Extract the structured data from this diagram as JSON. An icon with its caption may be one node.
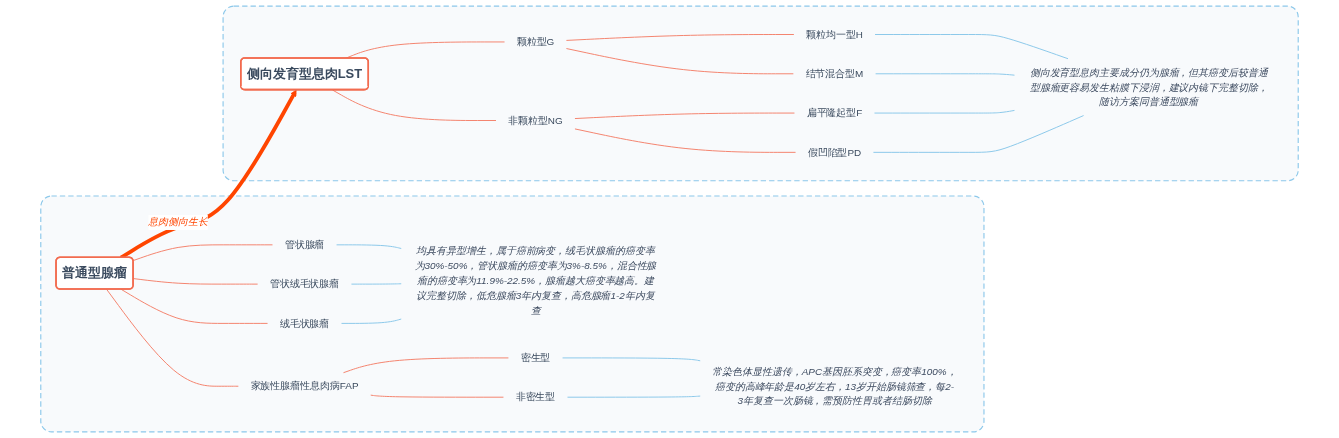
{
  "diagram": {
    "nodes": [
      {
        "text": [],
        "shape": "box"
      },
      {
        "text": [
          "侧向发育型息肉LST"
        ],
        "in": 0
      },
      {
        "text": [
          "颗粒型G"
        ],
        "in": 0
      },
      {
        "text": [
          "颗粒均一型H"
        ],
        "in": 0
      },
      {
        "text": [
          "结节混合型M"
        ],
        "in": 0
      },
      {
        "text": [
          "非颗粒型NG"
        ],
        "in": 0
      },
      {
        "text": [
          "扁平隆起型F"
        ],
        "in": 0
      },
      {
        "text": [
          "假凹陷型PD"
        ],
        "in": 0
      },
      {
        "text": [
          "侧向发育型息肉主要成分仍为腺瘤，但其癌变后较普通型腺瘤更容易发生粘膜下浸润，建议内镜下完整切除，随访方案同普通型腺瘤"
        ],
        "in": 0
      },
      {
        "text": [],
        "shape": "box"
      },
      {
        "text": [
          "普通型腺瘤"
        ],
        "in": 9
      },
      {
        "text": [
          "管状腺瘤"
        ],
        "in": 9
      },
      {
        "text": [
          "管状绒毛状腺瘤"
        ],
        "in": 9
      },
      {
        "text": [
          "绒毛状腺瘤"
        ],
        "in": 9
      },
      {
        "text": [
          "均具有异型增生，属于癌前病变，绒毛状腺瘤的癌变率为30%-50%，管状腺瘤的癌变率为3%-8.5%，混合性腺瘤的癌变率为11.9%-22.5%，腺瘤越大癌变率越高。建议完整切除，低危腺瘤3年内复查，高危腺瘤1-2年内复查"
        ],
        "in": 9
      },
      {
        "text": [
          "家族性腺瘤性息肉病FAP"
        ],
        "in": 9
      },
      {
        "text": [
          "密生型"
        ],
        "in": 9
      },
      {
        "text": [
          "非密生型"
        ],
        "in": 9
      },
      {
        "text": [
          "常染色体显性遗传，APC基因胚系突变，癌变率100%，癌变的高峰年龄是40岁左右，13岁开始肠镜筛查，每2-3年复查一次肠镜，需预防性胃或者结肠切除"
        ],
        "in": 9
      }
    ],
    "edges": [
      {
        "from": 10,
        "to": 1,
        "arrow": "to",
        "label": "息肉侧向生长",
        "style": "thick",
        "color": "#ff4500"
      },
      {
        "from": 1,
        "to": 2,
        "arrow": "none"
      },
      {
        "from": 1,
        "to": 5,
        "arrow": "none"
      },
      {
        "from": 2,
        "to": 3,
        "arrow": "none"
      },
      {
        "from": 2,
        "to": 4,
        "arrow": "none"
      },
      {
        "from": 5,
        "to": 6,
        "arrow": "none"
      },
      {
        "from": 5,
        "to": 7,
        "arrow": "none"
      },
      {
        "from": 3,
        "to": 8,
        "arrow": "none",
        "color": "#8cc8ea"
      },
      {
        "from": 4,
        "to": 8,
        "arrow": "none",
        "color": "#8cc8ea"
      },
      {
        "from": 6,
        "to": 8,
        "arrow": "none",
        "color": "#8cc8ea"
      },
      {
        "from": 7,
        "to": 8,
        "arrow": "none",
        "color": "#8cc8ea"
      },
      {
        "from": 10,
        "to": 11,
        "arrow": "none"
      },
      {
        "from": 10,
        "to": 12,
        "arrow": "none"
      },
      {
        "from": 10,
        "to": 13,
        "arrow": "none"
      },
      {
        "from": 10,
        "to": 15,
        "arrow": "none"
      },
      {
        "from": 11,
        "to": 14,
        "arrow": "none",
        "color": "#8cc8ea"
      },
      {
        "from": 12,
        "to": 14,
        "arrow": "none",
        "color": "#8cc8ea"
      },
      {
        "from": 13,
        "to": 14,
        "arrow": "none",
        "color": "#8cc8ea"
      },
      {
        "from": 15,
        "to": 16,
        "arrow": "none"
      },
      {
        "from": 15,
        "to": 17,
        "arrow": "none"
      },
      {
        "from": 16,
        "to": 18,
        "arrow": "none",
        "color": "#8cc8ea"
      },
      {
        "from": 17,
        "to": 18,
        "arrow": "none",
        "color": "#8cc8ea"
      }
    ]
  }
}
